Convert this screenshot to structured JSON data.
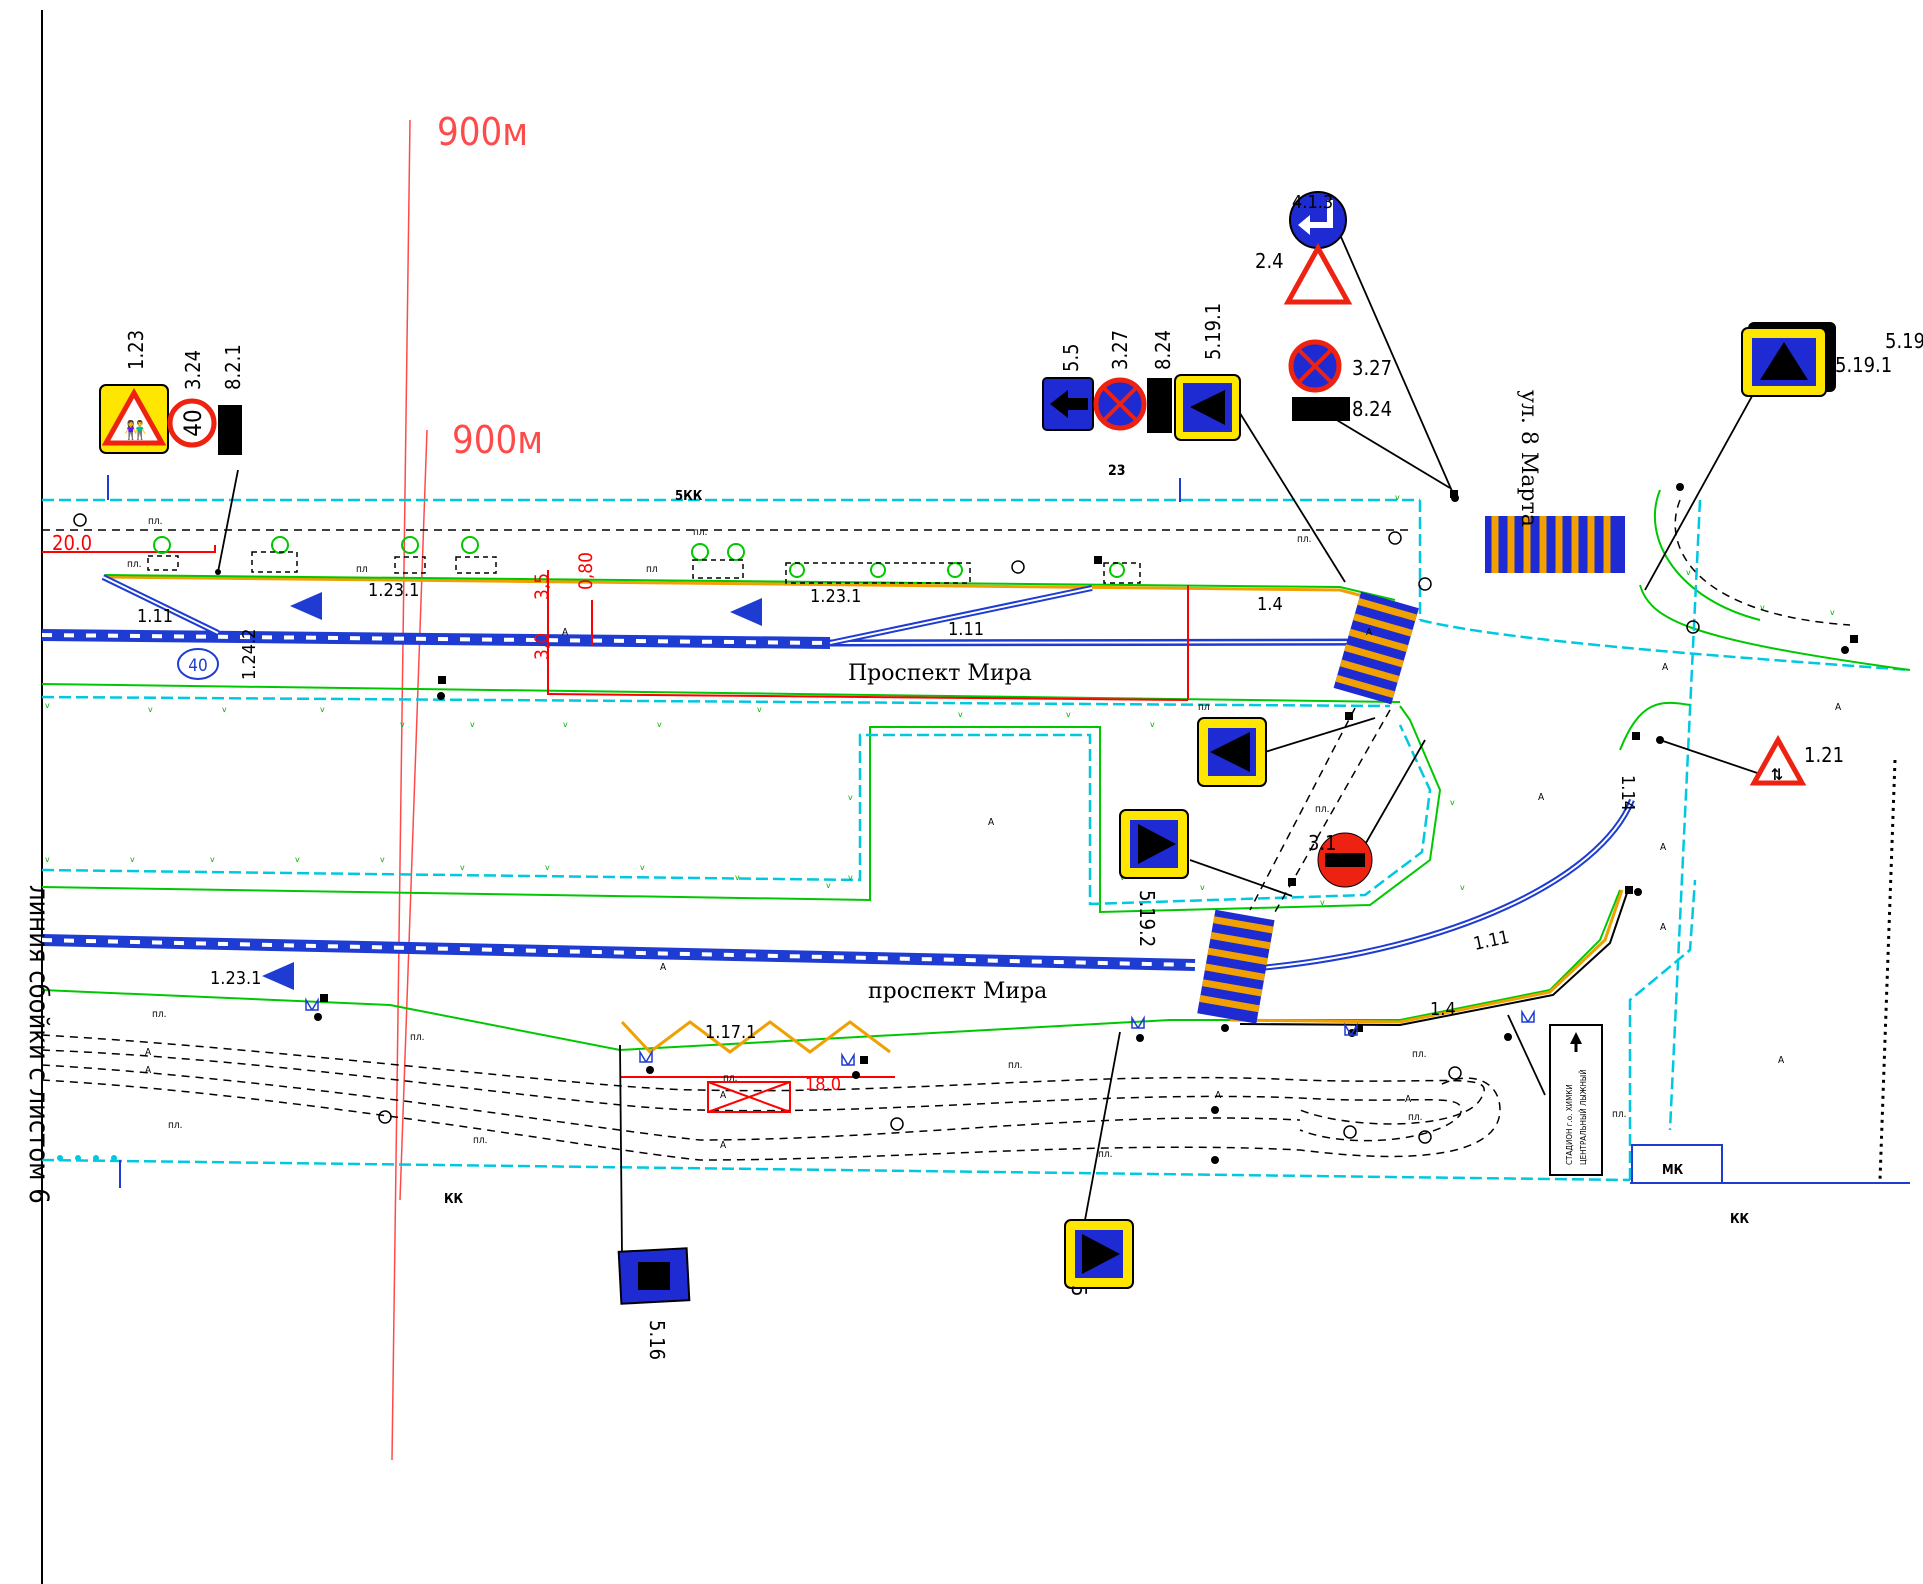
{
  "distance_marks": [
    "900м",
    "900м"
  ],
  "streets": {
    "main_upper": "Проспект Мира",
    "main_lower": "проспект Мира",
    "side": "ул. 8 Марта"
  },
  "sheet_note": "линия сбойки с листом 6",
  "dimensions": {
    "d_20": "20.0",
    "d_18": "18.0",
    "d_35": "3,5",
    "d_30": "3,0",
    "d_080": "0,80"
  },
  "markings": {
    "m_1_11_a": "1.11",
    "m_1_11_b": "1.11",
    "m_1_11_c": "1.11",
    "m_1_23_1_a": "1.23.1",
    "m_1_23_1_b": "1.23.1",
    "m_1_23_1_c": "1.23.1",
    "m_1_24_2": "1.24.2",
    "m_1_4_a": "1.4",
    "m_1_4_b": "1.4",
    "m_1_17_1": "1.17.1",
    "m_1_14": "1.14",
    "marking_40": "40"
  },
  "signs": {
    "s_1_23": "1.23",
    "s_3_24": "3.24",
    "s_8_2_1": "8.2.1",
    "s_3_24_value": "40",
    "s_5_5": "5.5",
    "s_3_27_a": "3.27",
    "s_8_24_a": "8.24",
    "s_5_19_1_a": "5.19.1",
    "s_4_1_3": "4.1.3",
    "s_2_4": "2.4",
    "s_3_27_b": "3.27",
    "s_8_24_b": "8.24",
    "s_5_19_1_b": "5.19.1",
    "s_5_19_edge": "5.19",
    "s_1_21": "1.21",
    "s_5_19_2": "5.19.2",
    "s_3_1": "3.1",
    "s_5_16": "5.16",
    "s_5_bottom": "5"
  },
  "utility_labels": {
    "u_5kk": "5КК",
    "u_23": "23",
    "u_kk_a": "КК",
    "u_kk_b": "КК",
    "u_mk": "МК"
  },
  "surface_labels": {
    "pl": "пл",
    "pl_dot": "пл.",
    "asphalt": "А"
  },
  "info_board": {
    "line1": "СТАДИОН г.о. ХИМКИ",
    "line2": "ЦЕНТРАЛЬНЫЙ ЛЫЖНЫЙ"
  },
  "colors": {
    "road_edge": "#00c800",
    "sidewalk": "#00c8e0",
    "marking_blue": "#1e3cd2",
    "curb": "#f0a000",
    "dimension": "#ff0000",
    "sign_blue": "#1e2ad2",
    "sign_yellow": "#ffe600"
  }
}
